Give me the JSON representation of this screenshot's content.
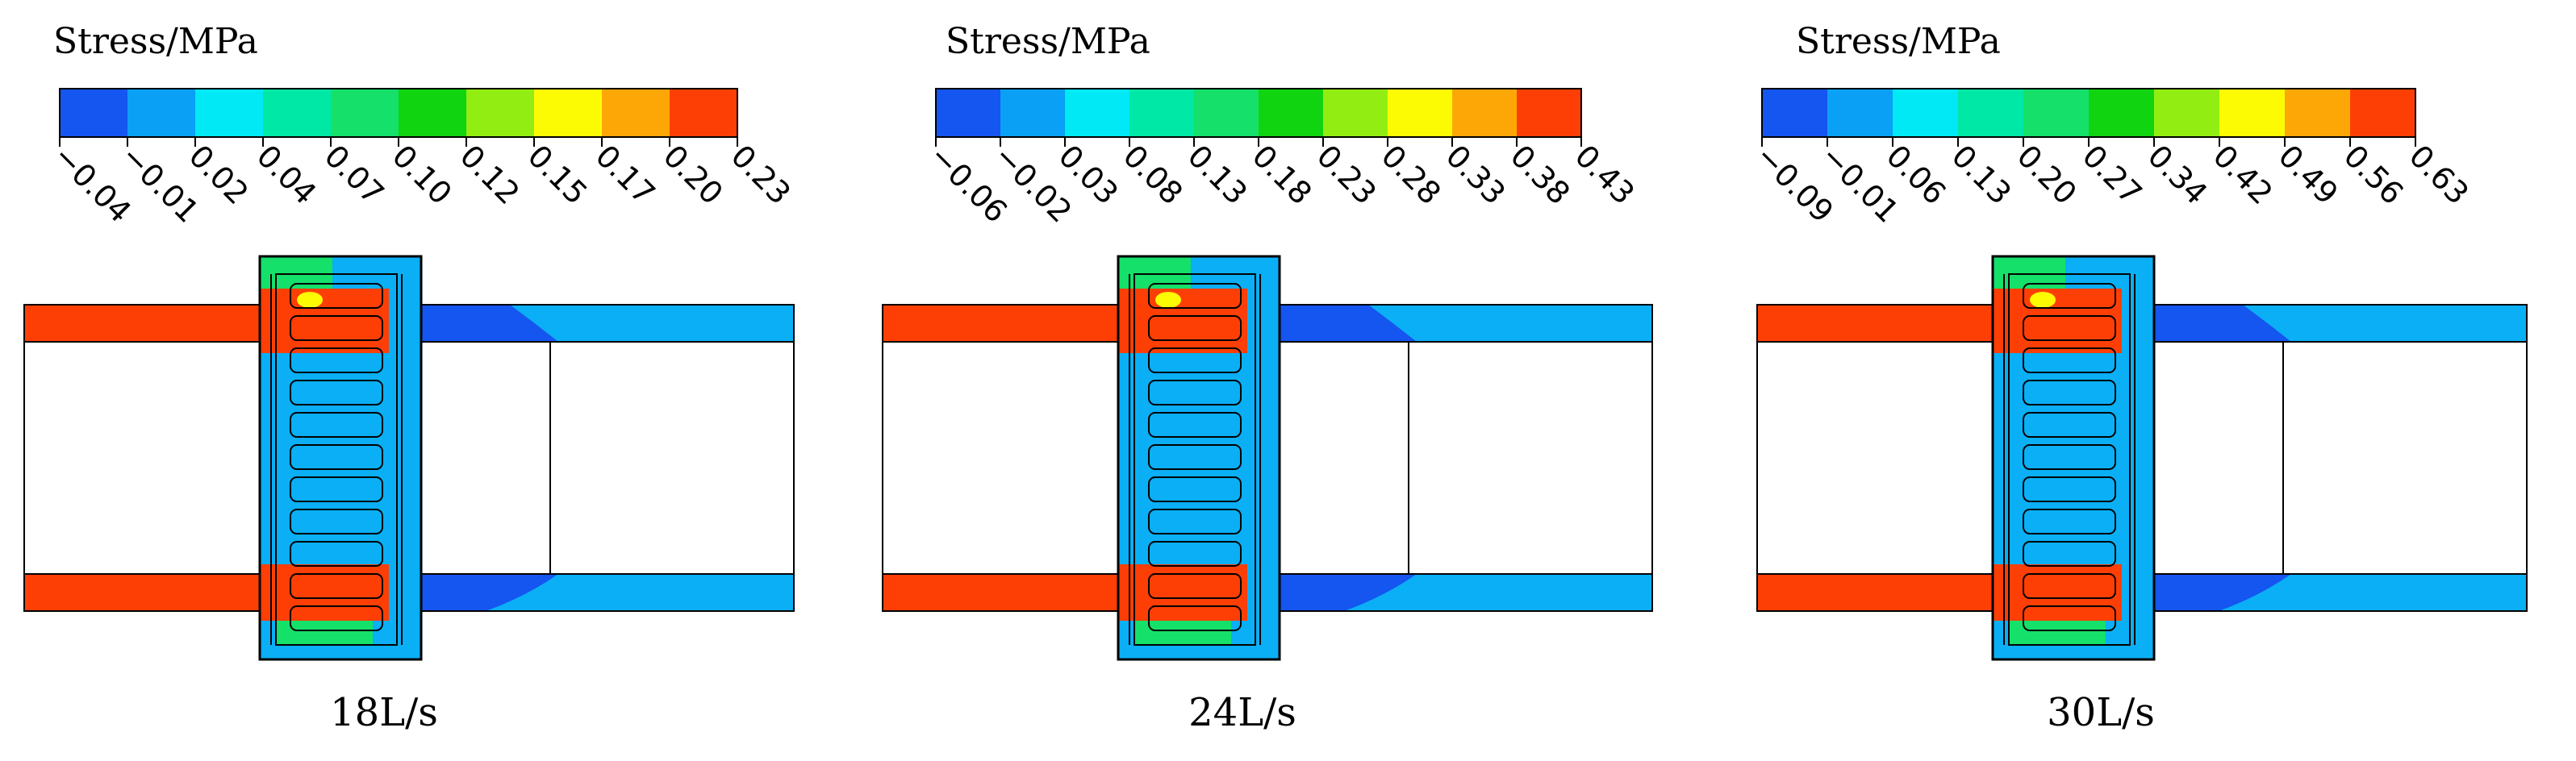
{
  "colors": {
    "colormap": [
      "#1555f0",
      "#0aa0f5",
      "#00e9f5",
      "#00e8a6",
      "#14e06a",
      "#10d40f",
      "#92ee12",
      "#fdfb04",
      "#fda707",
      "#fe3f05"
    ],
    "pipe_inlet": "#fe3f05",
    "pipe_outlet": "#0aaff5",
    "pipe_outlet_dark": "#1555f0",
    "tool_body": "#0aaff5",
    "tool_green": "#14e06a"
  },
  "panels": [
    {
      "legend_title": "Stress/MPa",
      "ticks": [
        "−0.04",
        "−0.01",
        "0.02",
        "0.04",
        "0.07",
        "0.10",
        "0.12",
        "0.15",
        "0.17",
        "0.20",
        "0.23"
      ],
      "caption": "18L/s"
    },
    {
      "legend_title": "Stress/MPa",
      "ticks": [
        "−0.06",
        "−0.02",
        "0.03",
        "0.08",
        "0.13",
        "0.18",
        "0.23",
        "0.28",
        "0.33",
        "0.38",
        "0.43"
      ],
      "caption": "24L/s"
    },
    {
      "legend_title": "Stress/MPa",
      "ticks": [
        "−0.09",
        "−0.01",
        "0.06",
        "0.13",
        "0.20",
        "0.27",
        "0.34",
        "0.42",
        "0.49",
        "0.56",
        "0.63"
      ],
      "caption": "30L/s"
    }
  ]
}
